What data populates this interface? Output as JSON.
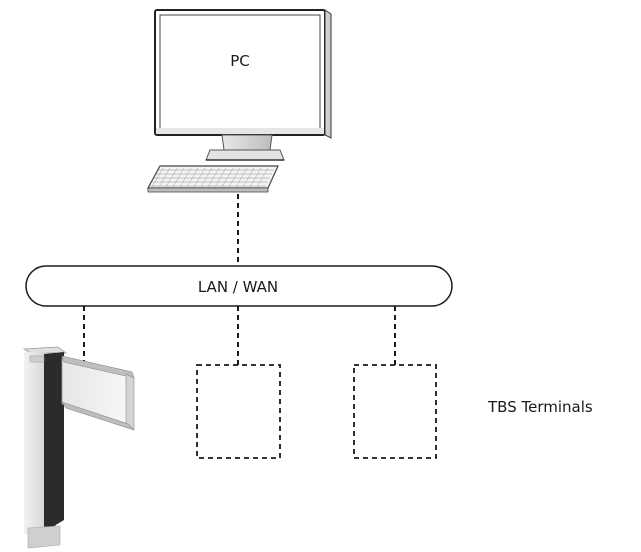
{
  "nodes": {
    "pc": {
      "label": "PC"
    },
    "network": {
      "label": "LAN / WAN"
    },
    "terminals": {
      "label": "TBS Terminals"
    }
  },
  "colors": {
    "line": "#1a1a1a",
    "monitor_frame": "#2a2a2a",
    "terminal_body": "#d8d8d8",
    "terminal_dark": "#2b2b2b"
  },
  "icons": [
    "computer-monitor",
    "keyboard",
    "turnstile-terminal",
    "placeholder-terminal"
  ]
}
